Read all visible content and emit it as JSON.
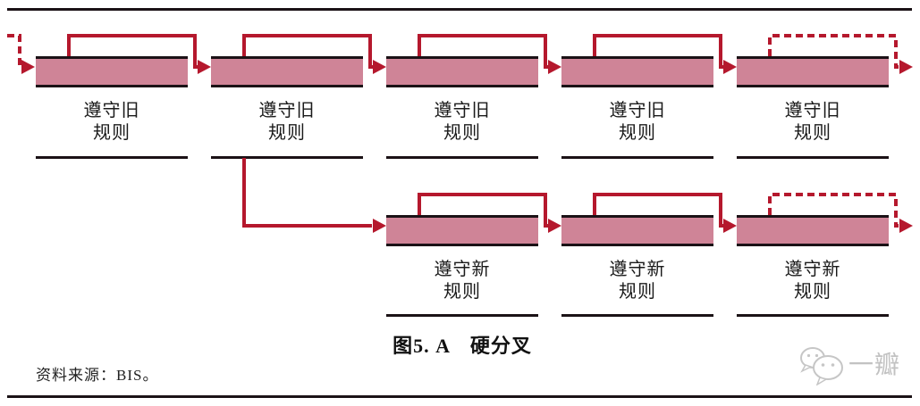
{
  "figure": {
    "caption": "图5. A　硬分叉",
    "source": "资料来源：BIS。"
  },
  "chains": {
    "old": {
      "rule_text": "遵守旧规则",
      "blocks": [
        {
          "line1": "遵守旧",
          "line2": "规则"
        },
        {
          "line1": "遵守旧",
          "line2": "规则"
        },
        {
          "line1": "遵守旧",
          "line2": "规则"
        },
        {
          "line1": "遵守旧",
          "line2": "规则"
        },
        {
          "line1": "遵守旧",
          "line2": "规则"
        }
      ]
    },
    "new": {
      "rule_text": "遵守新规则",
      "blocks": [
        {
          "line1": "遵守新",
          "line2": "规则"
        },
        {
          "line1": "遵守新",
          "line2": "规则"
        },
        {
          "line1": "遵守新",
          "line2": "规则"
        }
      ]
    }
  },
  "watermark": {
    "icon": "wechat-icon",
    "account_name": "一瓣"
  },
  "colors": {
    "arrow_red": "#b5182d",
    "block_pink": "#cf8497",
    "line_black": "#1b1216",
    "watermark_gray": "#c2c2c2"
  }
}
